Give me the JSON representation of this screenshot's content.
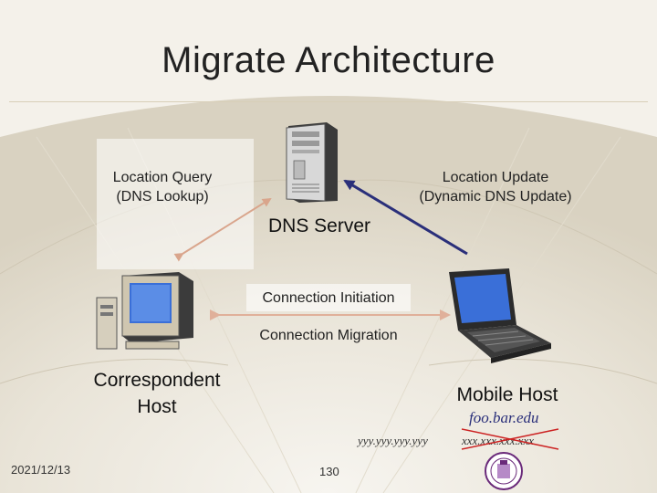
{
  "slide": {
    "title": "Migrate Architecture",
    "location_query_line1": "Location Query",
    "location_query_line2": "(DNS Lookup)",
    "location_update_line1": "Location Update",
    "location_update_line2": "(Dynamic DNS Update)",
    "dns_server_label": "DNS Server",
    "connection_initiation": "Connection Initiation",
    "connection_migration": "Connection Migration",
    "correspondent_line1": "Correspondent",
    "correspondent_line2": "Host",
    "mobile_host_label": "Mobile Host",
    "mobile_hostname": "foo.bar.edu",
    "new_ip": "yyy.yyy.yyy.yyy",
    "old_ip": "xxx.xxx.xxx.xxx",
    "date": "2021/12/13",
    "page_number": "130"
  },
  "icons": {
    "server": "server-tower-icon",
    "desktop": "desktop-computer-icon",
    "laptop": "laptop-icon",
    "logo": "university-seal-icon"
  },
  "colors": {
    "query_arrow": "#d9a58c",
    "update_arrow": "#2a2f7a",
    "connection_arrow": "#e0b09a",
    "strike": "#cc2222",
    "hostname": "#2a2f7a"
  }
}
